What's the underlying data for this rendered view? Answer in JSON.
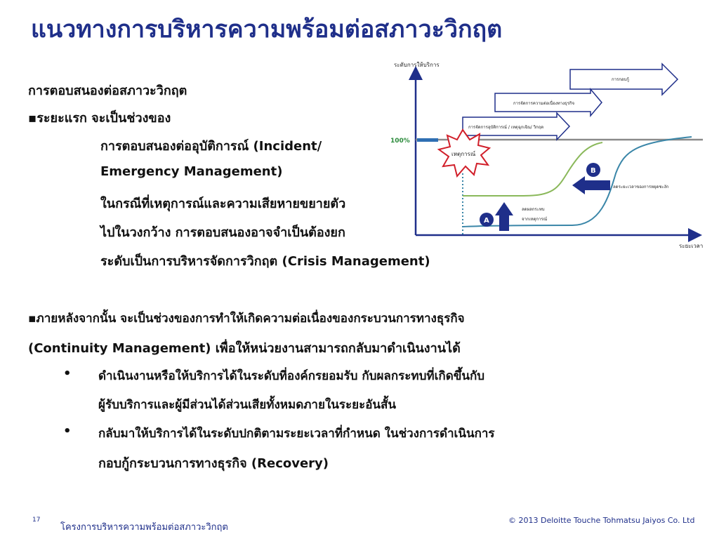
{
  "slide": {
    "title": "แนวทางการบริหารความพร้อมต่อสภาวะวิกฤต",
    "lines": [
      "การตอบสนองต่อสภาวะวิกฤต",
      "▪ระยะแรก จะเป็นช่วงของ",
      "การตอบสนองต่ออุบัติการณ์ (Incident/",
      "Emergency Management)",
      "ในกรณีที่เหตุการณ์และความเสียหายขยายตัว",
      "ไปในวงกว้าง การตอบสนองอาจจำเป็นต้องยก",
      "ระดับเป็นการบริหารจัดการวิกฤต (Crisis Management)",
      "▪ภายหลังจากนั้น จะเป็นช่วงของการทำให้เกิดความต่อเนื่องของกระบวนการทางธุรกิจ",
      "(Continuity Management) เพื่อให้หน่วยงานสามารถกลับมาดำเนินงานได้",
      "ดำเนินงานหรือให้บริการได้ในระดับที่องค์กรยอมรับ กับผลกระทบที่เกิดขึ้นกับ",
      "ผู้รับบริการและผู้มีส่วนได้ส่วนเสียทั้งหมดภายในระยะอันสั้น",
      "กลับมาให้บริการได้ในระดับปกติตามระยะเวลาที่กำหนด ในช่วงการดำเนินการ",
      "กอบกู้กระบวนการทางธุรกิจ (Recovery)"
    ],
    "bullet_char": "•"
  },
  "diagram": {
    "y_axis_label": "ระดับการให้บริการ",
    "x_axis_label": "ระยะเวลา",
    "level_100": "100%",
    "event_label": "เหตุการณ์",
    "arrow_recovery": "การกอบกู้",
    "arrow_continuity": "การจัดการความต่อเนื่องทางธุรกิจ",
    "arrow_incident": "การจัดการอุบัติการณ์ / เหตุฉุกเฉิน/ วิกฤต",
    "marker_a": "A",
    "marker_b": "B",
    "label_reduce_impact_1": "ลดผลกระทบ",
    "label_reduce_impact_2": "จากเหตุการณ์",
    "label_reduce_downtime": "ลดระยะเวลาของการหยุดชะงัก",
    "colors": {
      "title_blue": "#1f2f8a",
      "axis_blue": "#1f2f8a",
      "green_curve": "#8ab85a",
      "teal_curve": "#3a86a8",
      "event_red": "#d11f2a",
      "baseline_gray": "#8a8a8a",
      "level_blue": "#2f6fb3"
    }
  },
  "footer": {
    "left": "โครงการบริหารความพร้อมต่อสภาวะวิกฤต",
    "page": "17",
    "right": "© 2013 Deloitte Touche Tohmatsu Jaiyos Co. Ltd"
  }
}
